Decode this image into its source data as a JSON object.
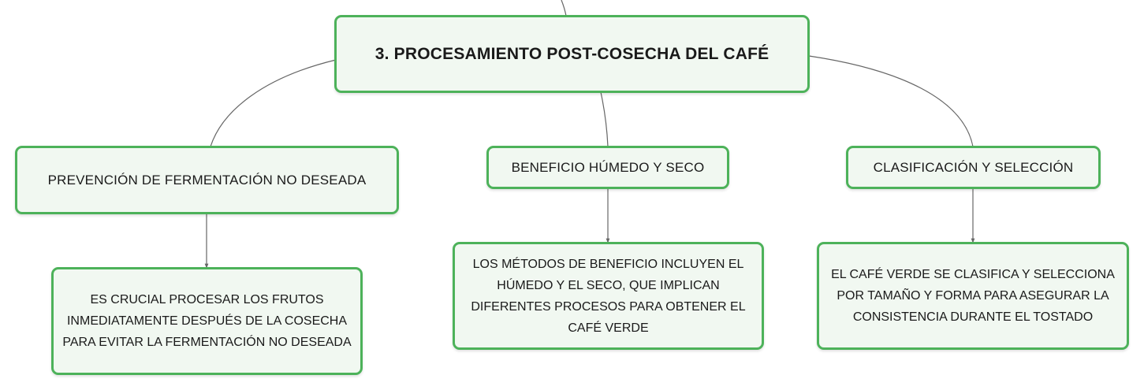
{
  "diagram": {
    "root": {
      "label": "3. PROCESAMIENTO POST-COSECHA DEL CAFÉ"
    },
    "branches": [
      {
        "label": "PREVENCIÓN DE FERMENTACIÓN NO DESEADA",
        "detail": "ES CRUCIAL PROCESAR LOS FRUTOS INMEDIATAMENTE DESPUÉS DE LA COSECHA PARA EVITAR LA FERMENTACIÓN NO DESEADA"
      },
      {
        "label": "BENEFICIO HÚMEDO Y SECO",
        "detail": "LOS MÉTODOS DE BENEFICIO INCLUYEN EL HÚMEDO Y EL SECO, QUE IMPLICAN DIFERENTES PROCESOS PARA OBTENER EL CAFÉ VERDE"
      },
      {
        "label": "CLASIFICACIÓN Y SELECCIÓN",
        "detail": "EL CAFÉ VERDE SE CLASIFICA Y SELECCIONA POR TAMAÑO Y FORMA PARA ASEGURAR LA CONSISTENCIA DURANTE EL TOSTADO"
      }
    ],
    "colors": {
      "node_border": "#4db25a",
      "node_fill": "#f1f8f1",
      "connector": "#666666"
    }
  }
}
